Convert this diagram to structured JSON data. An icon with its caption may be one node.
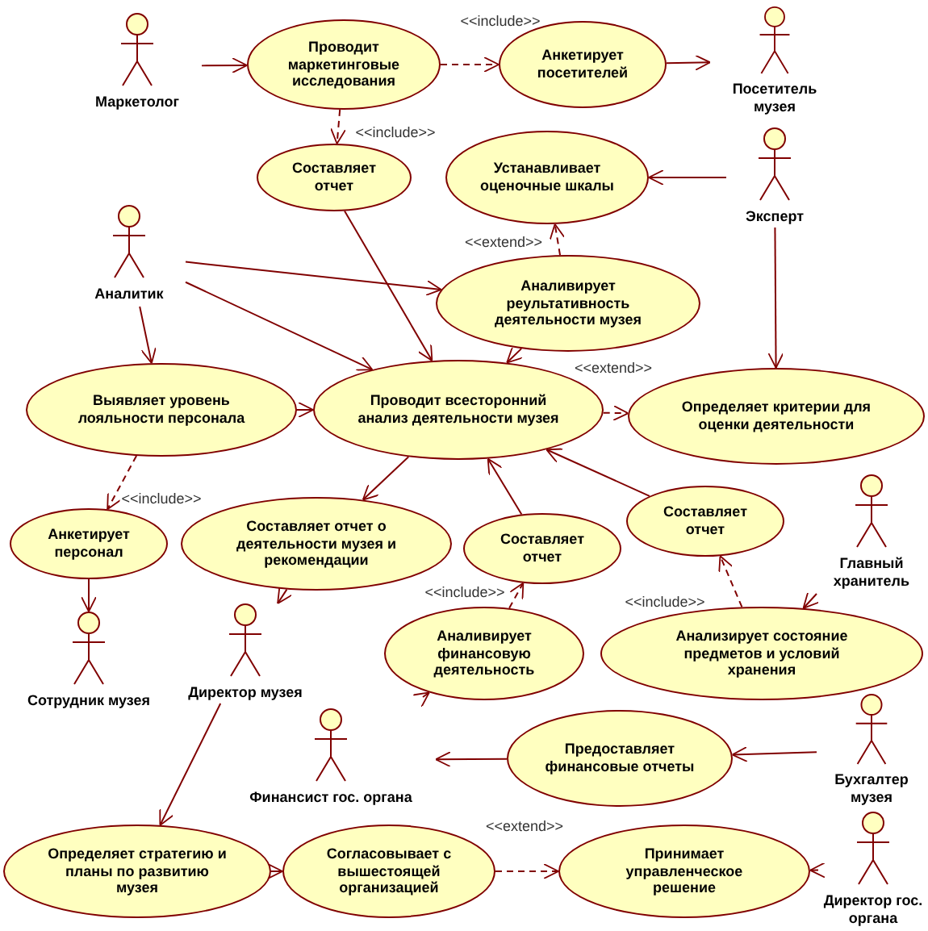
{
  "diagram": {
    "nodes": [
      {
        "text": [
          "Маркетолог"
        ]
      },
      {
        "text": [
          "Проводит маркетинговые исследования"
        ]
      },
      {
        "text": [
          "Анкетирует посетителей"
        ]
      },
      {
        "text": [
          "Посетитель музея"
        ]
      },
      {
        "text": [
          "Составляет отчет"
        ]
      },
      {
        "text": [
          "Устанавливает оценочные шкалы"
        ]
      },
      {
        "text": [
          "Эксперт"
        ]
      },
      {
        "text": [
          "Аналитик"
        ]
      },
      {
        "text": [
          "Аналивирует реультативность деятельности музея"
        ]
      },
      {
        "text": [
          "Выявляет уровень лояльности персонала"
        ]
      },
      {
        "text": [
          "Проводит всесторонний анализ деятельности музея"
        ]
      },
      {
        "text": [
          "Определяет критерии для оценки деятельности"
        ]
      },
      {
        "text": [
          "Анкетирует персонал"
        ]
      },
      {
        "text": [
          "Составляет отчет о деятельности музея и рекомендации"
        ]
      },
      {
        "text": [
          "Составляет отчет"
        ]
      },
      {
        "text": [
          "Составляет отчет"
        ]
      },
      {
        "text": [
          "Главный хранитель"
        ]
      },
      {
        "text": [
          "Сотрудник музея"
        ]
      },
      {
        "text": [
          "Директор музея"
        ]
      },
      {
        "text": [
          "Аналивирует финансовую деятельность"
        ]
      },
      {
        "text": [
          "Анализирует состояние предметов и условий хранения"
        ]
      },
      {
        "text": [
          "Финансист гос. органа"
        ]
      },
      {
        "text": [
          "Предоставляет финансовые отчеты"
        ]
      },
      {
        "text": [
          "Бухгалтер музея"
        ]
      },
      {
        "text": [
          "Определяет стратегию и планы по развитию музея"
        ]
      },
      {
        "text": [
          "Согласовывает с вышестоящей организацией"
        ]
      },
      {
        "text": [
          "Принимает управленческое решение"
        ]
      },
      {
        "text": [
          "Директор гос. органа"
        ]
      }
    ],
    "edges": [
      {
        "from": 0,
        "to": 1,
        "arrow": "to"
      },
      {
        "from": 1,
        "to": 2,
        "arrow": "to",
        "style": "dashed",
        "label": "<<include>>"
      },
      {
        "from": 2,
        "to": 3,
        "arrow": "to"
      },
      {
        "from": 1,
        "to": 4,
        "arrow": "to",
        "style": "dashed",
        "label": "<<include>>"
      },
      {
        "from": 6,
        "to": 5,
        "arrow": "to"
      },
      {
        "from": 8,
        "to": 5,
        "arrow": "to",
        "style": "dashed",
        "label": "<<extend>>"
      },
      {
        "from": 7,
        "to": 8,
        "arrow": "to"
      },
      {
        "from": 7,
        "to": 10,
        "arrow": "to"
      },
      {
        "from": 7,
        "to": 9,
        "arrow": "to"
      },
      {
        "from": 4,
        "to": 10,
        "arrow": "to"
      },
      {
        "from": 8,
        "to": 10,
        "arrow": "to"
      },
      {
        "from": 9,
        "to": 10,
        "arrow": "to"
      },
      {
        "from": 10,
        "to": 11,
        "arrow": "to",
        "style": "dashed",
        "label": "<<extend>>"
      },
      {
        "from": 6,
        "to": 11,
        "arrow": "to"
      },
      {
        "from": 9,
        "to": 12,
        "arrow": "to",
        "style": "dashed",
        "label": "<<include>>"
      },
      {
        "from": 12,
        "to": 17,
        "arrow": "to"
      },
      {
        "from": 10,
        "to": 13,
        "arrow": "to"
      },
      {
        "from": 13,
        "to": 18,
        "arrow": "to"
      },
      {
        "from": 14,
        "to": 10,
        "arrow": "to"
      },
      {
        "from": 19,
        "to": 14,
        "arrow": "to",
        "style": "dashed",
        "label": "<<include>>"
      },
      {
        "from": 15,
        "to": 10,
        "arrow": "to"
      },
      {
        "from": 20,
        "to": 15,
        "arrow": "to",
        "style": "dashed",
        "label": "<<include>>"
      },
      {
        "from": 16,
        "to": 20,
        "arrow": "to"
      },
      {
        "from": null,
        "to": 19,
        "arrow": "to"
      },
      {
        "from": 22,
        "to": 21,
        "arrow": "to"
      },
      {
        "from": 23,
        "to": 22,
        "arrow": "to"
      },
      {
        "from": 18,
        "to": 24,
        "arrow": "to"
      },
      {
        "from": 24,
        "to": 25,
        "arrow": "to"
      },
      {
        "from": 25,
        "to": 26,
        "arrow": "to",
        "style": "dashed",
        "label": "<<extend>>"
      },
      {
        "from": 27,
        "to": 26,
        "arrow": "to"
      }
    ]
  }
}
